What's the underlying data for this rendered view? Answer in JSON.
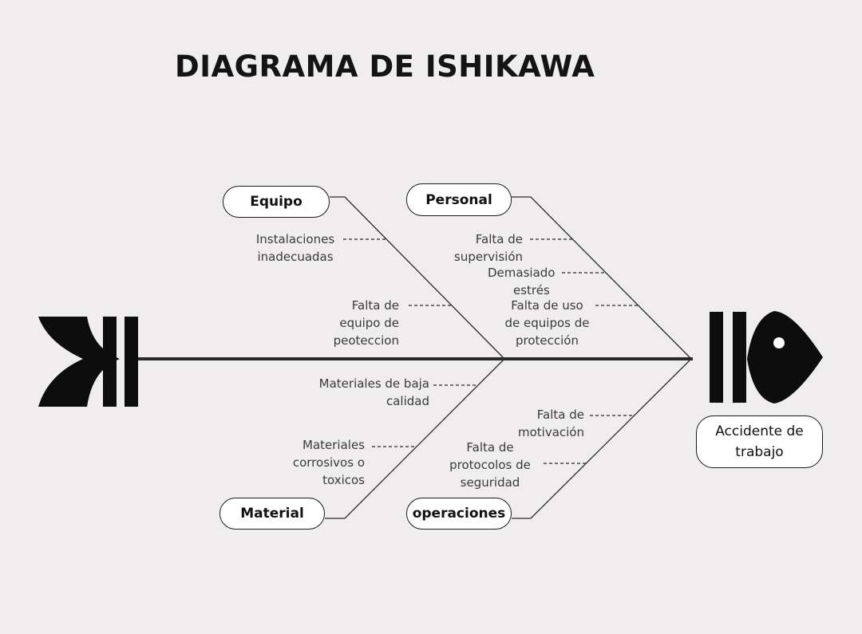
{
  "title": "DIAGRAMA DE ISHIKAWA",
  "effect": {
    "line1": "Accidente de",
    "line2": "trabajo"
  },
  "categories": {
    "equipo": "Equipo",
    "personal": "Personal",
    "material": "Material",
    "operaciones": "operaciones"
  },
  "causes": {
    "equipo": [
      {
        "lines": [
          "Instalaciones",
          "inadecuadas"
        ]
      },
      {
        "lines": [
          "Falta de",
          "equipo de",
          "peoteccion"
        ]
      }
    ],
    "personal": [
      {
        "lines": [
          "Falta de",
          "supervisión"
        ]
      },
      {
        "lines": [
          "Demasiado",
          "estrés"
        ]
      },
      {
        "lines": [
          "Falta de uso",
          "de equipos de",
          "protección"
        ]
      }
    ],
    "material": [
      {
        "lines": [
          "Materiales de baja",
          "calidad"
        ]
      },
      {
        "lines": [
          "Materiales",
          "corrosivos o",
          "toxicos"
        ]
      }
    ],
    "operaciones": [
      {
        "lines": [
          "Falta de",
          "motivación"
        ]
      },
      {
        "lines": [
          "Falta de",
          "protocolos de",
          "seguridad"
        ]
      }
    ]
  },
  "colors": {
    "background": "#efedee",
    "ink": "#111111",
    "text": "#3a3a3a"
  }
}
